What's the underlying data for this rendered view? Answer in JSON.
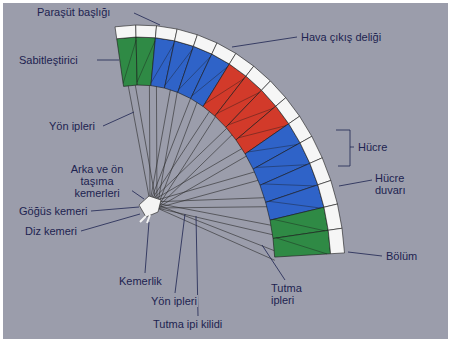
{
  "diagram": {
    "labels": [
      "Paraşüt başlığı",
      "Hava çıkış deliği",
      "Sabitleştirici",
      "Yön ipleri",
      "Hücre",
      "Arka ve ön taşıma kemerleri",
      "Hücre duvarı",
      "Göğüs kemeri",
      "Diz kemeri",
      "Bölüm",
      "Kemerlik",
      "Yön ipleri",
      "Tutma ipleri",
      "Tutma ipi kilidi"
    ]
  }
}
